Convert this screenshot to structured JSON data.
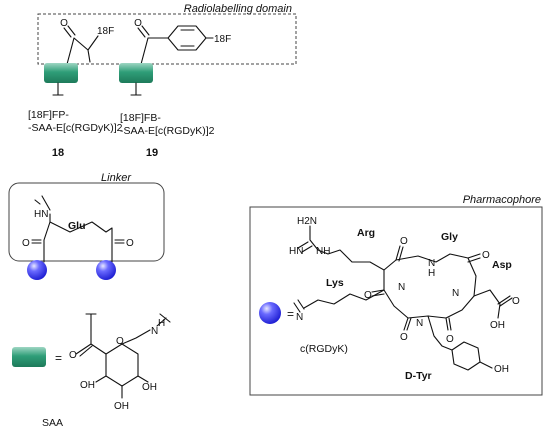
{
  "radiolabelling": {
    "title": "Radiolabelling domain",
    "fp_c_o": "O",
    "fp_f18": "18F",
    "fb_c_o": "O",
    "fb_f18": "18F",
    "cmpd18_line1": "[18F]FP-",
    "cmpd18_line2": "-SAA-E[c(RGDyK)]2",
    "cmpd18_number": "18",
    "cmpd19_line1": "[18F]FB-",
    "cmpd19_line2": "-SAA-E[c(RGDyK)]2",
    "cmpd19_number": "19"
  },
  "linker": {
    "title": "Linker",
    "hn": "HN",
    "glu": "Glu",
    "o_left": "O",
    "o_right": "O"
  },
  "saa": {
    "equals": "=",
    "o_carbonyl": "O",
    "o_ring": "O",
    "nh": "N",
    "h": "H",
    "oh_left": "OH",
    "oh_mid": "OH",
    "oh_bottom": "OH",
    "label": "SAA"
  },
  "pharmacophore": {
    "title": "Pharmacophore",
    "h2n": "H2N",
    "hn": "HN",
    "nh_arg": "NH",
    "arg": "Arg",
    "gly": "Gly",
    "asp": "Asp",
    "lys": "Lys",
    "dtyr": "D-Tyr",
    "o_top": "O",
    "n_h_gly": "N",
    "h_gly": "H",
    "o_gly": "O",
    "hn_mid": "N",
    "o_lys": "O",
    "nh_asp": "N",
    "o_asp_ring": "O",
    "oh_acid": "OH",
    "o_acid": "O",
    "nh_lys_side": "N",
    "o_tyr": "O",
    "n_tyr": "N",
    "oh_phenol": "OH",
    "equals": "=",
    "label": "c(RGDyK)"
  }
}
